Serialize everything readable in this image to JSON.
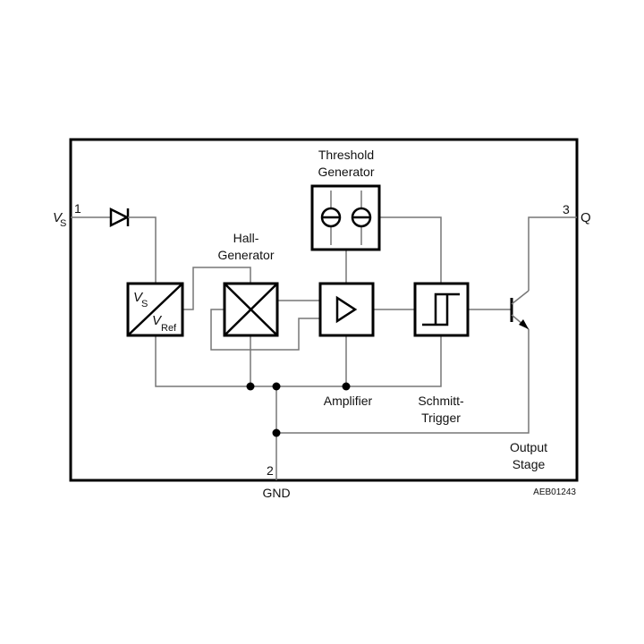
{
  "diagram": {
    "pins": {
      "vs": {
        "number": "1",
        "label": "V",
        "sub": "S"
      },
      "gnd": {
        "number": "2",
        "label": "GND"
      },
      "q": {
        "number": "3",
        "label": "Q"
      }
    },
    "blocks": {
      "regulator": {
        "top": "V",
        "top_sub": "S",
        "bottom": "V",
        "bottom_sub": "Ref"
      },
      "hall": {
        "label_line1": "Hall-",
        "label_line2": "Generator"
      },
      "threshold": {
        "label_line1": "Threshold",
        "label_line2": "Generator"
      },
      "amplifier": {
        "label": "Amplifier"
      },
      "schmitt": {
        "label_line1": "Schmitt-",
        "label_line2": "Trigger"
      },
      "output": {
        "label_line1": "Output",
        "label_line2": "Stage"
      }
    },
    "figure_id": "AEB01243"
  }
}
